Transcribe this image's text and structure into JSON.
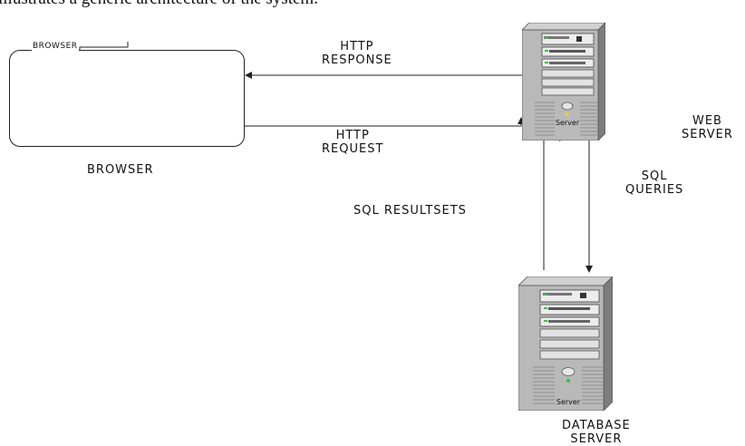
{
  "header": {
    "text": "illustrates a generic architecture of the system."
  },
  "browser": {
    "tag": "BROWSER",
    "caption": "BROWSER"
  },
  "arrows": {
    "http_response": {
      "line1": "HTTP",
      "line2": "RESPONSE"
    },
    "http_request": {
      "line1": "HTTP",
      "line2": "REQUEST"
    },
    "sql_queries": {
      "line1": "SQL",
      "line2": "QUERIES"
    },
    "sql_resultsets": {
      "line1": "SQL RESULTSETS"
    }
  },
  "web_server": {
    "label1": "WEB",
    "label2": "SERVER",
    "badge": "Server",
    "icon": "server-tower-icon"
  },
  "database_server": {
    "label1": "DATABASE",
    "label2": "SERVER",
    "badge": "Server",
    "icon": "server-tower-icon"
  },
  "colors": {
    "line": "#222222",
    "server_body": "#b9b9b9",
    "server_dark": "#6e6e6e",
    "led_green": "#3cc23c",
    "led_yellow": "#e6d23a"
  }
}
